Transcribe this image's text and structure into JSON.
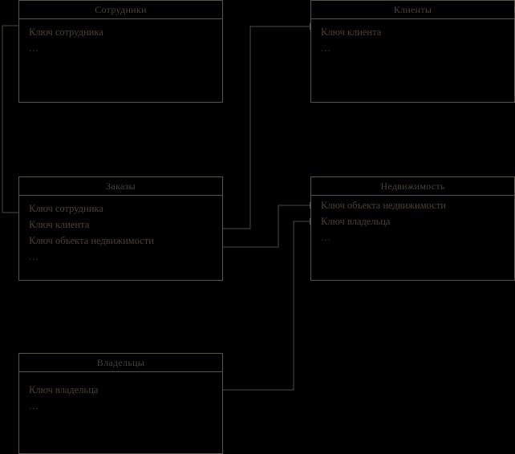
{
  "diagram": {
    "type": "entity-relationship-diagram",
    "background_color": "#000000",
    "line_color": "#4f4a41",
    "text_color": "#4a4034",
    "ellipsis": "...",
    "entities": [
      {
        "id": "employees",
        "title": "Сотрудники",
        "fields": [
          "Ключ сотрудника",
          "..."
        ]
      },
      {
        "id": "clients",
        "title": "Клиенты",
        "fields": [
          "Ключ клиента",
          "..."
        ]
      },
      {
        "id": "orders",
        "title": "Заказы",
        "fields": [
          "Ключ сотрудника",
          "Ключ клиента",
          "Ключ объекта недвижимости",
          "..."
        ]
      },
      {
        "id": "realty",
        "title": "Недвижимость",
        "fields": [
          "Ключ объекта недвижимости",
          "Ключ владельца",
          "..."
        ]
      },
      {
        "id": "owners",
        "title": "Владельцы",
        "fields": [
          "Ключ владельца",
          "..."
        ]
      }
    ],
    "relationships": [
      {
        "id": "orders-employees",
        "from": "orders.Ключ сотрудника",
        "to": "employees.Ключ сотрудника"
      },
      {
        "id": "orders-clients",
        "from": "orders.Ключ клиента",
        "to": "clients.Ключ клиента"
      },
      {
        "id": "orders-realty",
        "from": "orders.Ключ объекта недвижимости",
        "to": "realty.Ключ объекта недвижимости"
      },
      {
        "id": "realty-owners",
        "from": "realty.Ключ владельца",
        "to": "owners.Ключ владельца"
      }
    ]
  }
}
